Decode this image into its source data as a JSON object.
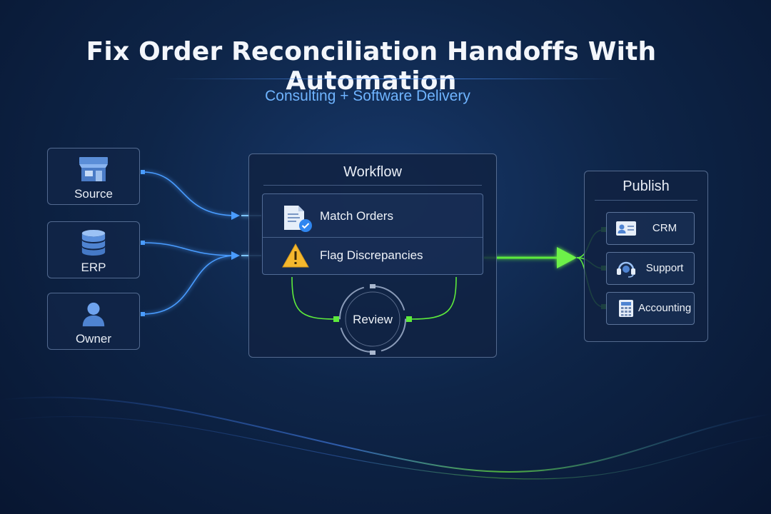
{
  "header": {
    "title": "Fix Order Reconciliation Handoffs With Automation",
    "subtitle": "Consulting + Software Delivery"
  },
  "sources": [
    {
      "label": "Source",
      "icon": "storefront-icon"
    },
    {
      "label": "ERP",
      "icon": "database-icon"
    },
    {
      "label": "Owner",
      "icon": "user-icon"
    }
  ],
  "workflow": {
    "title": "Workflow",
    "steps": [
      {
        "label": "Match Orders",
        "icon": "document-check-icon"
      },
      {
        "label": "Flag Discrepancies",
        "icon": "warning-icon"
      }
    ],
    "review_label": "Review"
  },
  "publish": {
    "title": "Publish",
    "destinations": [
      {
        "label": "CRM",
        "icon": "id-card-icon"
      },
      {
        "label": "Support",
        "icon": "headset-icon"
      },
      {
        "label": "Accounting",
        "icon": "calculator-icon"
      }
    ]
  },
  "colors": {
    "background": "#0e2548",
    "input_flow": "#4a9cff",
    "output_flow": "#5dea3c",
    "warning": "#f5b82e",
    "accent_text": "#6fb4ff"
  }
}
